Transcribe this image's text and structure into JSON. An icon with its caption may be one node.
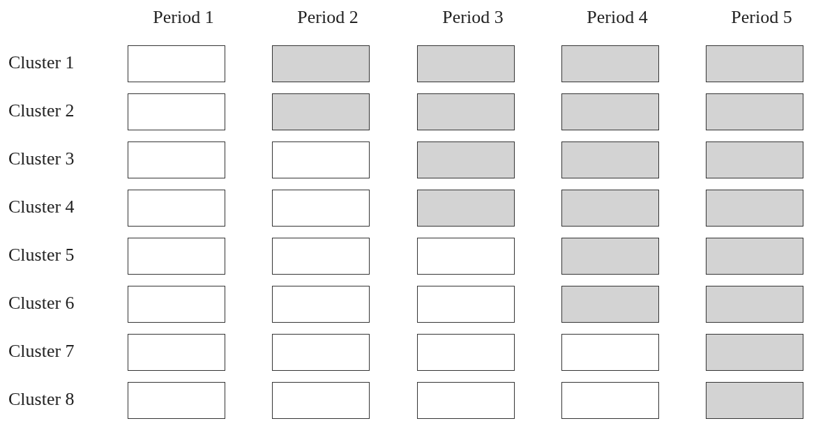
{
  "diagram": {
    "labels": [
      "Period 1",
      "Period 2",
      "Period 3",
      "Period 4",
      "Period 5",
      "Cluster 1",
      "Cluster 2",
      "Cluster 3",
      "Cluster 4",
      "Cluster 5",
      "Cluster 6",
      "Cluster 7",
      "Cluster 8"
    ],
    "nodes": [
      {
        "text": [],
        "shape": "box"
      },
      {
        "text": [],
        "shape": "box"
      },
      {
        "text": [],
        "shape": "box"
      },
      {
        "text": [],
        "shape": "box"
      },
      {
        "text": [],
        "shape": "box"
      },
      {
        "text": [],
        "shape": "box"
      },
      {
        "text": [],
        "shape": "box"
      },
      {
        "text": [],
        "shape": "box"
      },
      {
        "text": [],
        "shape": "box"
      },
      {
        "text": [],
        "shape": "box"
      },
      {
        "text": [],
        "shape": "box"
      },
      {
        "text": [],
        "shape": "box"
      },
      {
        "text": [],
        "shape": "box"
      },
      {
        "text": [],
        "shape": "box"
      },
      {
        "text": [],
        "shape": "box"
      },
      {
        "text": [],
        "shape": "box"
      },
      {
        "text": [],
        "shape": "box"
      },
      {
        "text": [],
        "shape": "box"
      },
      {
        "text": [],
        "shape": "box"
      },
      {
        "text": [],
        "shape": "box"
      },
      {
        "text": [],
        "shape": "box"
      },
      {
        "text": [],
        "shape": "box"
      },
      {
        "text": [],
        "shape": "box"
      },
      {
        "text": [],
        "shape": "box"
      },
      {
        "text": [],
        "shape": "box"
      },
      {
        "text": [],
        "shape": "box"
      },
      {
        "text": [],
        "shape": "box"
      },
      {
        "text": [],
        "shape": "box"
      },
      {
        "text": [],
        "shape": "box"
      },
      {
        "text": [],
        "shape": "box"
      },
      {
        "text": [],
        "shape": "box"
      },
      {
        "text": [],
        "shape": "box"
      },
      {
        "text": [],
        "shape": "box"
      },
      {
        "text": [],
        "shape": "box"
      },
      {
        "text": [],
        "shape": "box"
      },
      {
        "text": [],
        "shape": "box"
      },
      {
        "text": [],
        "shape": "box"
      },
      {
        "text": [],
        "shape": "box"
      },
      {
        "text": [],
        "shape": "box"
      },
      {
        "text": [],
        "shape": "box"
      }
    ],
    "edges": []
  }
}
